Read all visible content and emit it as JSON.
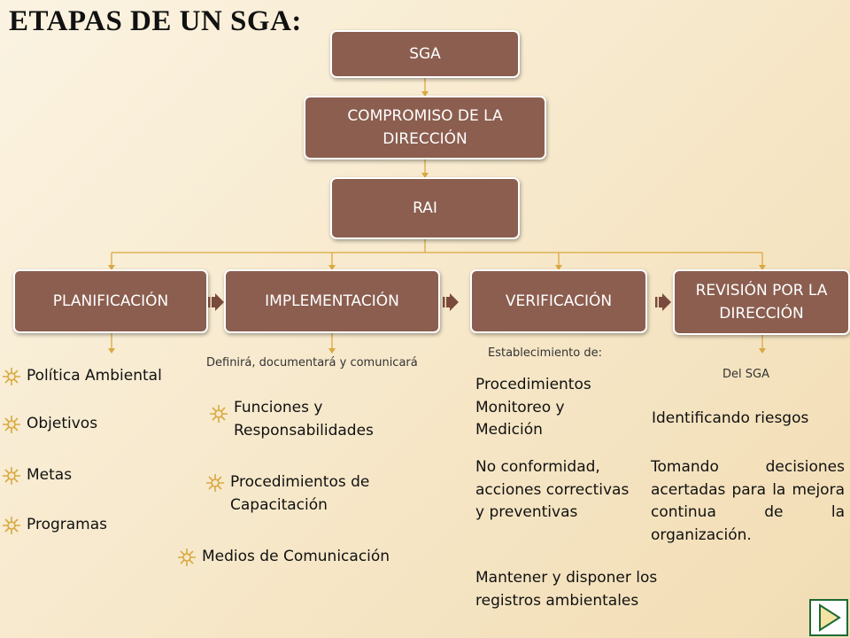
{
  "title": "ETAPAS DE UN SGA:",
  "boxes": {
    "sga": "SGA",
    "compromiso": "COMPROMISO DE LA DIRECCIÓN",
    "rai": "RAI",
    "planificacion": "PLANIFICACIÓN",
    "implementacion": "IMPLEMENTACIÓN",
    "verificacion": "VERIFICACIÓN",
    "revision": "REVISIÓN POR LA DIRECCIÓN"
  },
  "notes": {
    "implementacion": "Definirá, documentará y comunicará",
    "verificacion": "Establecimiento de:",
    "revision": "Del SGA"
  },
  "planificacion_items": [
    "Política Ambiental",
    "Objetivos",
    "Metas",
    "Programas"
  ],
  "implementacion_items": [
    "Funciones y Responsabilidades",
    "Procedimientos de Capacitación",
    "Medios de Comunicación"
  ],
  "verificacion_items": [
    "Procedimientos Monitoreo y Medición",
    "No conformidad, acciones correctivas y preventivas",
    "Mantener  y disponer los registros ambientales"
  ],
  "revision_items": [
    "Identificando riesgos",
    "Tomando decisiones acertadas para la mejora continua de la organización."
  ],
  "colors": {
    "box": "#8b5e4f",
    "connector": "#d9a941",
    "bullet": "#d9a941",
    "arrow": "#7a4a3c",
    "nav": "#1c6b34"
  },
  "icons": {
    "bullet": "sun-bullet-icon",
    "arrow": "double-arrow-icon",
    "nav": "play-next-icon"
  }
}
